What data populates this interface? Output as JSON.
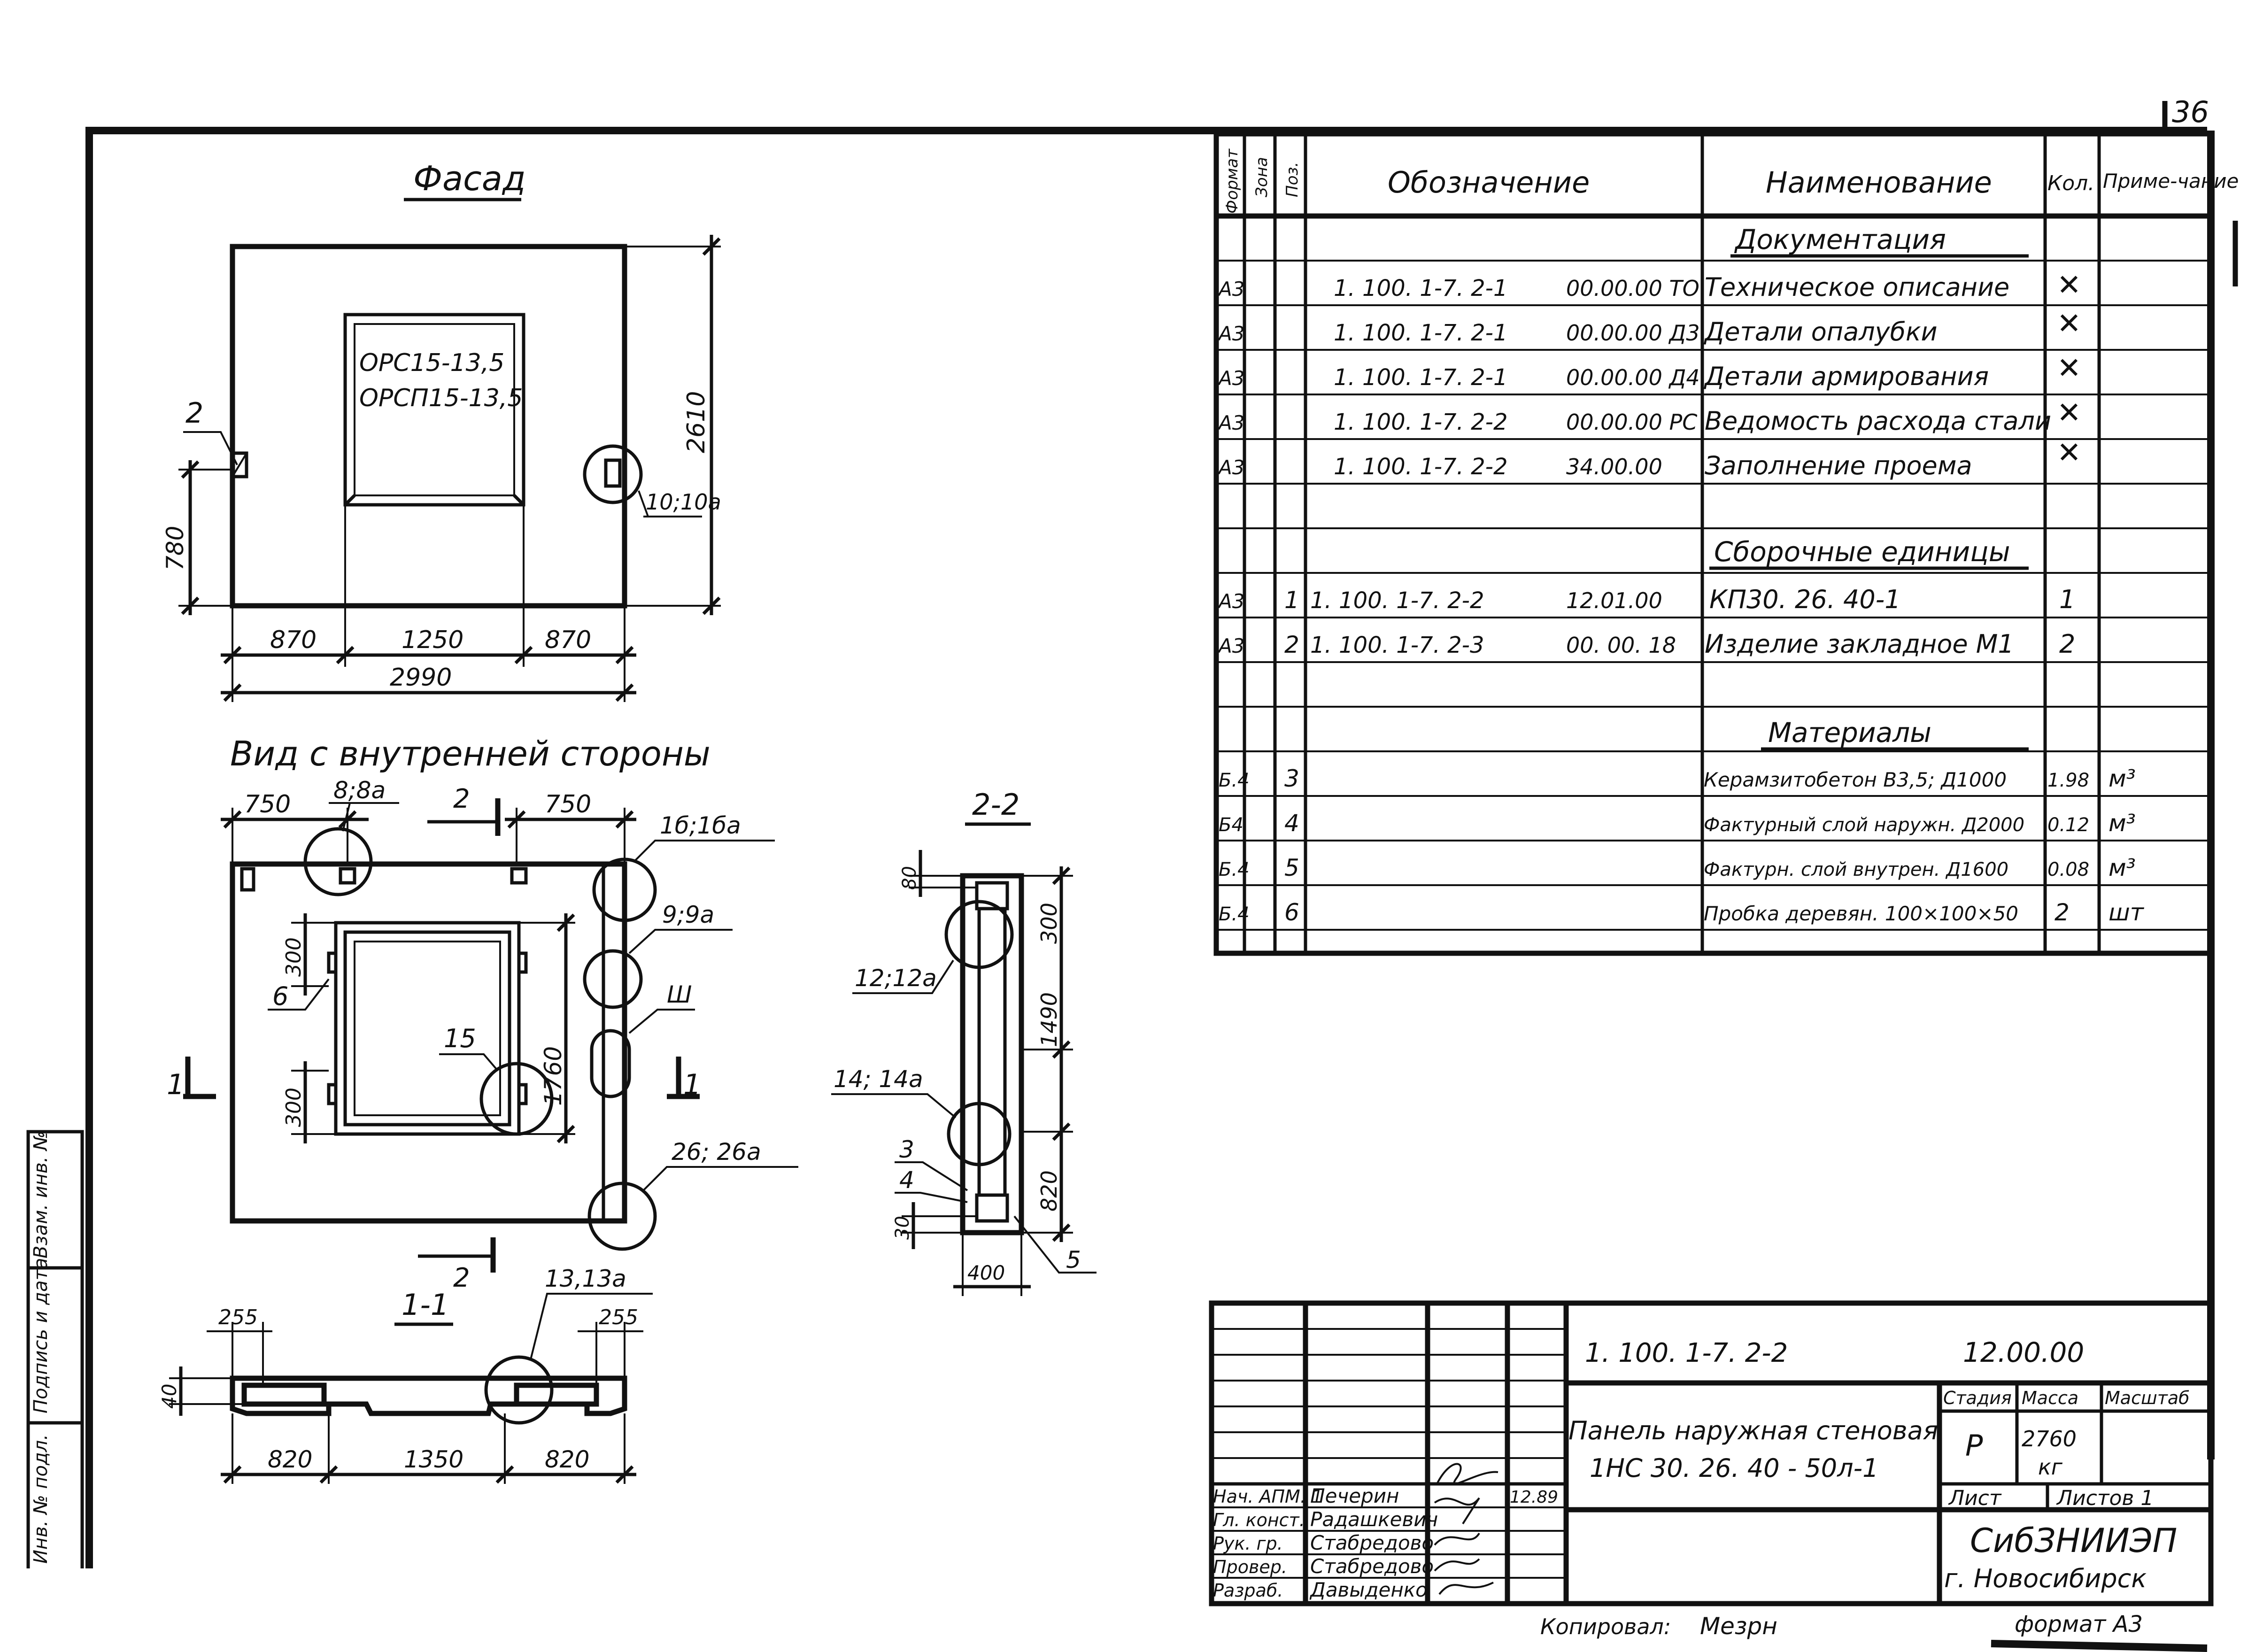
{
  "sheet_number": "36",
  "format_note": "формат А3",
  "copied_by": "Копировал: ",
  "copied_by_signature": "Мезрн",
  "facade": {
    "title": "Фасад",
    "window_marks": [
      "ОРС15-13,5",
      "ОРСП15-13,5"
    ],
    "leader_2": "2",
    "leader_10": "10;10а",
    "dim_height": "2610",
    "dim_780": "780",
    "dim_bottom": [
      "870",
      "1250",
      "870"
    ],
    "dim_total": "2990"
  },
  "inner_view": {
    "title": "Вид с внутренней стороны",
    "dim_top_left": "750",
    "dim_top_right": "750",
    "section_mark": "2",
    "labels": [
      "8;8а",
      "1б;1бa",
      "9;9а",
      "Ш",
      "6",
      "15",
      "26; 26а"
    ],
    "dim_300_top": "300",
    "dim_300_bottom": "300",
    "dim_1760": "1760",
    "section_1_left": "1",
    "section_1_right": "1",
    "section_2_bottom": "2"
  },
  "section_11": {
    "title": "1-1",
    "label_13": "13,13а",
    "dim_255_left": "255",
    "dim_255_right": "255",
    "dim_40": "40",
    "dims_bottom": [
      "820",
      "1350",
      "820"
    ]
  },
  "section_22": {
    "title": "2-2",
    "dim_80": "80",
    "dim_300": "300",
    "dim_1490": "1490",
    "dim_820": "820",
    "dim_30": "30",
    "dim_400": "400",
    "labels": [
      "12;12а",
      "14; 14а",
      "3",
      "4",
      "5"
    ]
  },
  "specification": {
    "headers": [
      "Формат",
      "Зона",
      "Поз.",
      "Обозначение",
      "Наименование",
      "Кол.",
      "Приме-чание"
    ],
    "sections": {
      "documentation": "Документация",
      "assemblies": "Сборочные единицы",
      "materials": "Материалы"
    },
    "doc_rows": [
      {
        "format": "А3",
        "pos": "",
        "designation": "1. 100. 1-7. 2-1",
        "code": "00.00.00 ТО",
        "name": "Техническое описание",
        "qty": "✕",
        "note": ""
      },
      {
        "format": "А3",
        "pos": "",
        "designation": "1. 100. 1-7. 2-1",
        "code": "00.00.00 Д3",
        "name": "Детали опалубки",
        "qty": "✕",
        "note": ""
      },
      {
        "format": "А3",
        "pos": "",
        "designation": "1. 100. 1-7. 2-1",
        "code": "00.00.00 Д4",
        "name": "Детали армирования",
        "qty": "✕",
        "note": ""
      },
      {
        "format": "А3",
        "pos": "",
        "designation": "1. 100. 1-7. 2-2",
        "code": "00.00.00 РС",
        "name": "Ведомость расхода стали",
        "qty": "✕",
        "note": ""
      },
      {
        "format": "А3",
        "pos": "",
        "designation": "1. 100. 1-7. 2-2",
        "code": "34.00.00",
        "name": "Заполнение проема",
        "qty": "✕",
        "note": ""
      }
    ],
    "assembly_rows": [
      {
        "format": "А3",
        "pos": "1",
        "designation": "1. 100. 1-7. 2-2",
        "code": "12.01.00",
        "name": "КП30. 26. 40-1",
        "qty": "1",
        "note": ""
      },
      {
        "format": "А3",
        "pos": "2",
        "designation": "1. 100. 1-7. 2-3",
        "code": "00. 00. 18",
        "name": "Изделие закладное М1",
        "qty": "2",
        "note": ""
      }
    ],
    "material_rows": [
      {
        "format": "Б.4",
        "pos": "3",
        "name": "Керамзитобетон В3,5; Д1000",
        "qty": "1.98",
        "note": "м³"
      },
      {
        "format": "Б4",
        "pos": "4",
        "name": "Фактурный слой наружн. Д2000",
        "qty": "0.12",
        "note": "м³"
      },
      {
        "format": "Б.4",
        "pos": "5",
        "name": "Фактурн. слой внутрен. Д1600",
        "qty": "0.08",
        "note": "м³"
      },
      {
        "format": "Б.4",
        "pos": "6",
        "name": "Пробка деревян. 100×100×50",
        "qty": "2",
        "note": "шт"
      }
    ]
  },
  "title_block": {
    "designation": "1. 100. 1-7. 2-2",
    "code": "12.00.00",
    "name_line1": "Панель наружная стеновая",
    "name_line2": "1НС 30. 26. 40 - 50л-1",
    "stage_label": "Стадия",
    "mass_label": "Масса",
    "scale_label": "Масштаб",
    "stage": "Р",
    "mass": "2760",
    "mass_unit": "кг",
    "sheet_label": "Лист",
    "sheets_label": "Листов 1",
    "org": "СибЗНИИЭП",
    "city": "г. Новосибирск",
    "date": "12.89",
    "people": [
      {
        "role": "Нач. АПМ. 1",
        "name": "Печерин"
      },
      {
        "role": "Гл. конст.",
        "name": "Радашкевич"
      },
      {
        "role": "Рук. гр.",
        "name": "Стабредово"
      },
      {
        "role": "Провер.",
        "name": "Стабредово"
      },
      {
        "role": "Разраб.",
        "name": "Давыденко"
      }
    ]
  },
  "side_stamp": [
    "Инв. № подл.",
    "Подпись и дата",
    "Взам. инв. №"
  ]
}
